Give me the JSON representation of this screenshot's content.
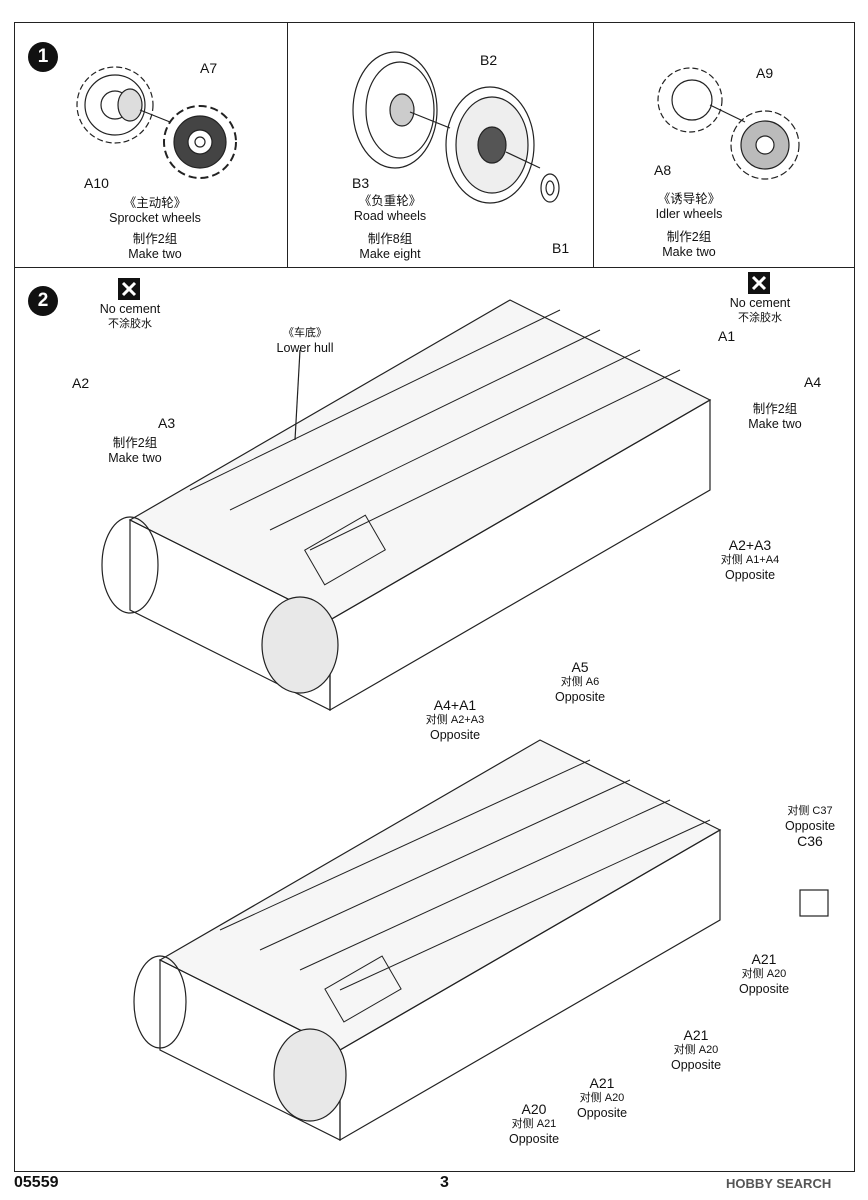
{
  "step1": {
    "number": "1",
    "panels": [
      {
        "parts": [
          "A10",
          "A7"
        ],
        "cn": "《主动轮》",
        "en": "Sprocket wheels",
        "qty_cn": "制作2组",
        "qty_en": "Make two"
      },
      {
        "parts": [
          "B3",
          "B2",
          "B1"
        ],
        "cn": "《负重轮》",
        "en": "Road wheels",
        "qty_cn": "制作8组",
        "qty_en": "Make eight"
      },
      {
        "parts": [
          "A8",
          "A9"
        ],
        "cn": "《诱导轮》",
        "en": "Idler wheels",
        "qty_cn": "制作2组",
        "qty_en": "Make two"
      }
    ]
  },
  "step2": {
    "number": "2",
    "left_group": {
      "no_cement_en": "No cement",
      "no_cement_cn": "不涂胶水",
      "parts": [
        "A2",
        "A3"
      ],
      "qty_cn": "制作2组",
      "qty_en": "Make two"
    },
    "right_group": {
      "no_cement_en": "No cement",
      "no_cement_cn": "不涂胶水",
      "parts": [
        "A1",
        "A4"
      ],
      "qty_cn": "制作2组",
      "qty_en": "Make two"
    },
    "hull": {
      "cn": "《车底》",
      "en": "Lower hull"
    },
    "callouts": {
      "a2a3": {
        "part": "A2+A3",
        "cn": "对侧 A1+A4",
        "en": "Opposite"
      },
      "a5": {
        "part": "A5",
        "cn": "对侧 A6",
        "en": "Opposite"
      },
      "a4a1": {
        "part": "A4+A1",
        "cn": "对侧 A2+A3",
        "en": "Opposite"
      },
      "c36": {
        "part": "C36",
        "cn": "对侧 C37",
        "en": "Opposite"
      },
      "a21a": {
        "part": "A21",
        "cn": "对侧 A20",
        "en": "Opposite"
      },
      "a21b": {
        "part": "A21",
        "cn": "对侧 A20",
        "en": "Opposite"
      },
      "a21c": {
        "part": "A21",
        "cn": "对侧 A20",
        "en": "Opposite"
      },
      "a20": {
        "part": "A20",
        "cn": "对侧 A21",
        "en": "Opposite"
      }
    }
  },
  "footer": {
    "code": "05559",
    "page": "3",
    "watermark": "HOBBY SEARCH"
  }
}
